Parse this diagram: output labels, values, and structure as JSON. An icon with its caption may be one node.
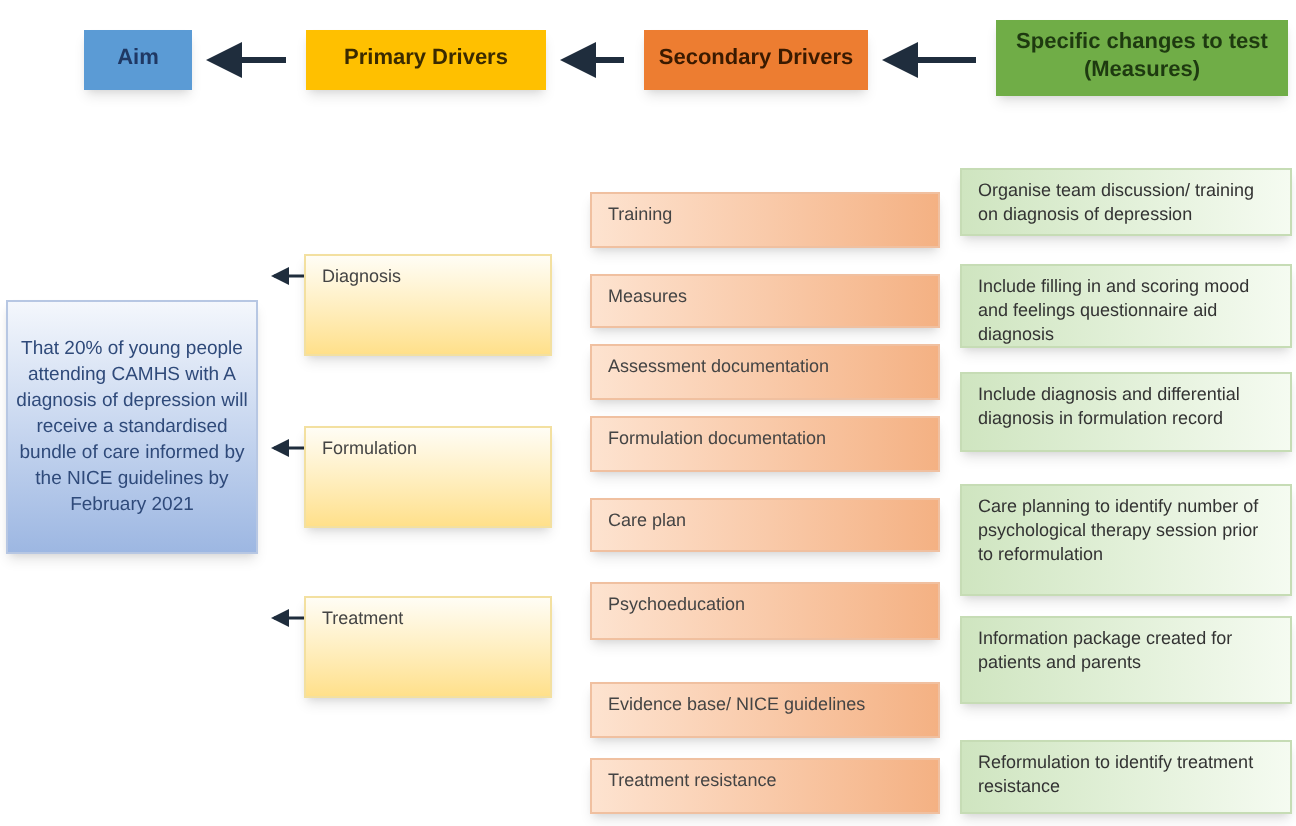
{
  "diagram": {
    "nodes": [
      {
        "text": [
          "Aim"
        ]
      },
      {
        "text": [
          "Primary Drivers"
        ]
      },
      {
        "text": [
          "Secondary Drivers"
        ]
      },
      {
        "text": [
          "Specific changes to test (Measures)"
        ]
      },
      {
        "text": [
          "That 20% of young people attending CAMHS with A diagnosis of depression will receive a standardised bundle of care informed by the NICE guidelines by February 2021"
        ]
      },
      {
        "text": [
          "Diagnosis"
        ]
      },
      {
        "text": [
          "Formulation"
        ]
      },
      {
        "text": [
          "Treatment"
        ]
      },
      {
        "text": [
          "Training"
        ]
      },
      {
        "text": [
          "Measures"
        ]
      },
      {
        "text": [
          "Assessment documentation"
        ]
      },
      {
        "text": [
          "Formulation documentation"
        ]
      },
      {
        "text": [
          "Care plan"
        ]
      },
      {
        "text": [
          "Psychoeducation"
        ]
      },
      {
        "text": [
          "Evidence base/ NICE guidelines"
        ]
      },
      {
        "text": [
          "Treatment resistance"
        ]
      },
      {
        "text": [
          "Organise team discussion/ training on diagnosis of depression"
        ]
      },
      {
        "text": [
          "Include filling in and scoring mood and feelings questionnaire aid diagnosis"
        ]
      },
      {
        "text": [
          "Include diagnosis and differential diagnosis in formulation record"
        ]
      },
      {
        "text": [
          "Care planning to identify number of psychological therapy session prior to reformulation"
        ]
      },
      {
        "text": [
          "Information package created for patients and parents"
        ]
      },
      {
        "text": [
          "Reformulation to identify treatment resistance"
        ]
      }
    ],
    "edges": [
      {
        "from": 1,
        "to": 0,
        "arrow": "to",
        "style": "thick"
      },
      {
        "from": 2,
        "to": 1,
        "arrow": "to",
        "style": "thick"
      },
      {
        "from": 3,
        "to": 2,
        "arrow": "to",
        "style": "thick"
      },
      {
        "from": 5,
        "to": null,
        "arrow": "to"
      },
      {
        "from": 6,
        "to": null,
        "arrow": "to"
      },
      {
        "from": 7,
        "to": null,
        "arrow": "to"
      }
    ]
  }
}
